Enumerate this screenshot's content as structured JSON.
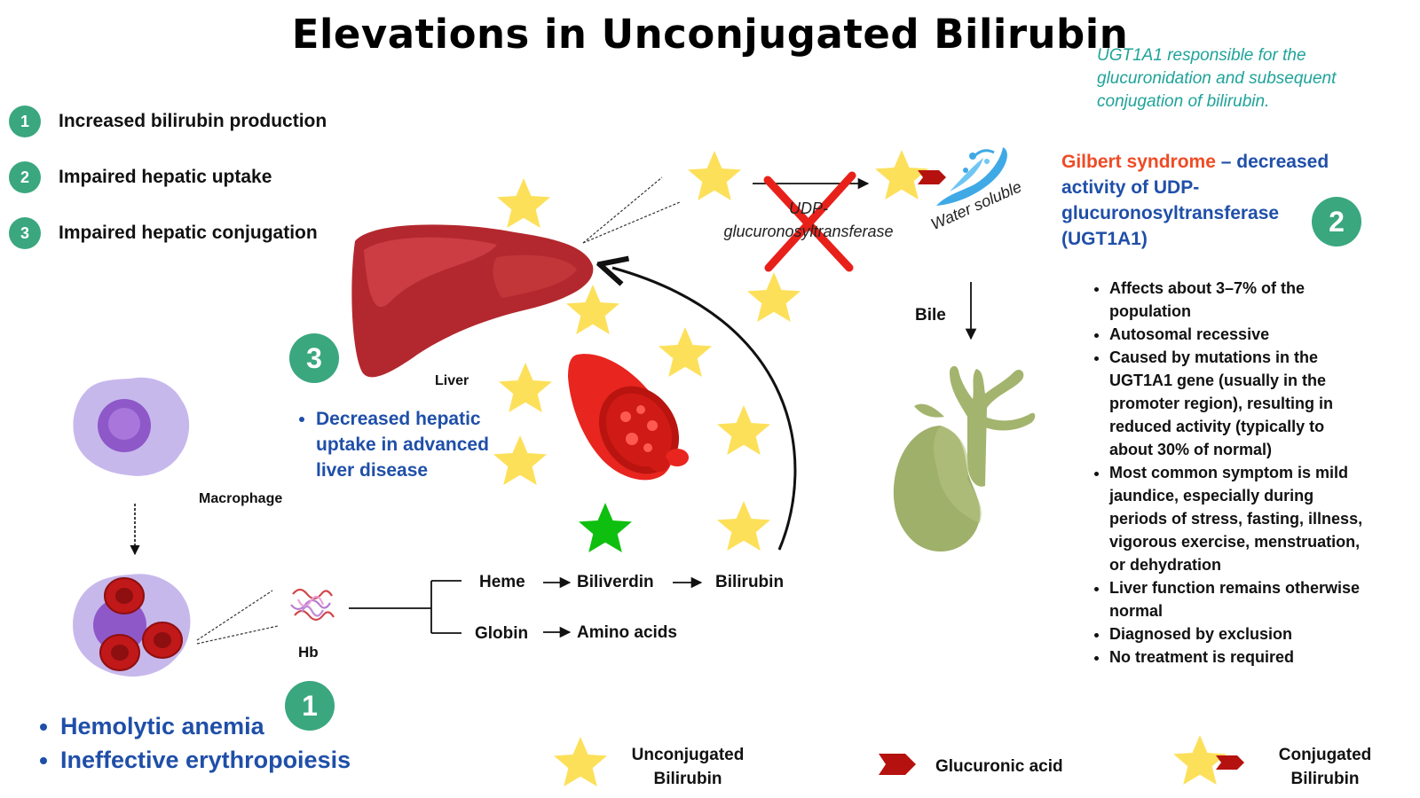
{
  "title": "Elevations in Unconjugated Bilirubin",
  "note": "UGT1A1 responsible for the glucuronidation and subsequent conjugation of bilirubin.",
  "causes": [
    {
      "num": "1",
      "label": "Increased bilirubin production"
    },
    {
      "num": "2",
      "label": "Impaired hepatic uptake"
    },
    {
      "num": "3",
      "label": "Impaired hepatic conjugation"
    }
  ],
  "labels": {
    "liver": "Liver",
    "macrophage": "Macrophage",
    "hb": "Hb",
    "heme": "Heme",
    "biliverdin": "Biliverdin",
    "bilirubin": "Bilirubin",
    "globin": "Globin",
    "amino_acids": "Amino acids",
    "enzyme": "UDP-glucuronosyltransferase",
    "water_soluble": "Water soluble",
    "bile": "Bile"
  },
  "badges": {
    "uptake": "3",
    "production": "1",
    "gilbert": "2"
  },
  "uptake_list": [
    "Decreased hepatic uptake in advanced liver disease"
  ],
  "production_list": [
    "Hemolytic anemia",
    "Ineffective erythropoiesis"
  ],
  "gilbert": {
    "name": "Gilbert syndrome",
    "description": " – decreased activity of UDP-glucuronosyltransferase (UGT1A1)"
  },
  "facts": [
    "Affects about 3–7% of the population",
    "Autosomal recessive",
    "Caused by mutations in the UGT1A1 gene (usually in the promoter region), resulting in reduced activity (typically to about 30% of normal)",
    "Most common symptom is mild jaundice, especially during periods of stress, fasting, illness, vigorous exercise, menstruation, or dehydration",
    "Liver function remains otherwise normal",
    "Diagnosed by exclusion",
    "No treatment is required"
  ],
  "legend": {
    "unconjugated_1": "Unconjugated",
    "unconjugated_2": "Bilirubin",
    "glucuronic": "Glucuronic acid",
    "conjugated_1": "Conjugated",
    "conjugated_2": "Bilirubin"
  },
  "colors": {
    "badge": "#3aa77f",
    "star": "#fde05a",
    "green_star": "#0fbf0f",
    "blue_text": "#1f4fa8",
    "red_text": "#ef4b24",
    "note_text": "#1fa39a",
    "liver": "#b3282e",
    "glucuronic": "#b5120f",
    "gallbladder": "#9fb06a"
  },
  "icons": [
    "liver-icon",
    "red-blood-vessel-icon",
    "macrophage-icon",
    "hemoglobin-icon",
    "water-splash-icon",
    "gallbladder-icon",
    "star-icon",
    "glucuronic-acid-icon",
    "red-x-icon"
  ]
}
